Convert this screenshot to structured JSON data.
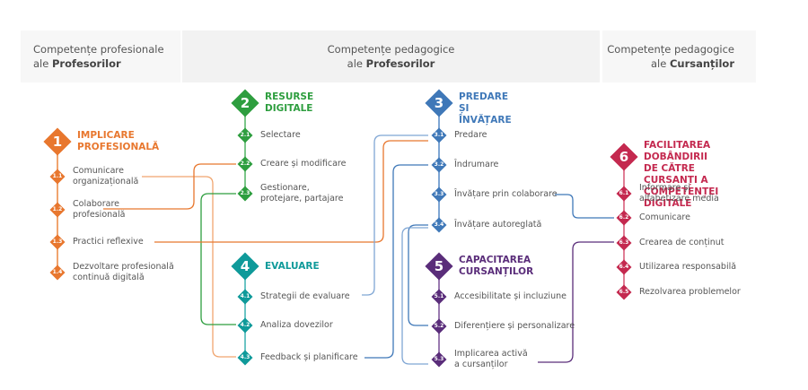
{
  "headers": [
    {
      "line1": "Competențe profesionale",
      "prefix": "ale ",
      "bold": "Profesorilor"
    },
    {
      "line1": "Competențe pedagogice",
      "prefix": "ale ",
      "bold": "Profesorilor"
    },
    {
      "line1": "Competențe pedagogice",
      "prefix": "ale ",
      "bold": "Cursanților"
    }
  ],
  "areas": [
    {
      "num": "1",
      "title_lines": [
        "IMPLICARE",
        "PROFESIONALĂ"
      ],
      "color": "#e8772e",
      "spine": "#f0a56f",
      "items": [
        {
          "num": "1.1",
          "lines": [
            "Comunicare",
            "organizațională"
          ]
        },
        {
          "num": "1.2",
          "lines": [
            "Colaborare",
            "profesională"
          ]
        },
        {
          "num": "1.3",
          "lines": [
            "Practici reflexive"
          ]
        },
        {
          "num": "1.4",
          "lines": [
            "Dezvoltare profesională",
            "continuă digitală"
          ]
        }
      ]
    },
    {
      "num": "2",
      "title_lines": [
        "RESURSE",
        "DIGITALE"
      ],
      "color": "#2e9e3f",
      "spine": "#7cc68a",
      "items": [
        {
          "num": "2.1",
          "lines": [
            "Selectare"
          ]
        },
        {
          "num": "2.2",
          "lines": [
            "Creare și modificare"
          ]
        },
        {
          "num": "2.3",
          "lines": [
            "Gestionare,",
            "protejare, partajare"
          ]
        }
      ]
    },
    {
      "num": "3",
      "title_lines": [
        "PREDARE",
        "ȘI ÎNVĂȚARE"
      ],
      "color": "#3f78b8",
      "spine": "#7fa6d4",
      "items": [
        {
          "num": "3.1",
          "lines": [
            "Predare"
          ]
        },
        {
          "num": "3.2",
          "lines": [
            "Îndrumare"
          ]
        },
        {
          "num": "3.3",
          "lines": [
            "Învățare prin colaborare"
          ]
        },
        {
          "num": "3.4",
          "lines": [
            "Învățare autoreglată"
          ]
        }
      ]
    },
    {
      "num": "4",
      "title_lines": [
        "EVALUARE"
      ],
      "color": "#0f9a9a",
      "spine": "#6cc4c4",
      "items": [
        {
          "num": "4.1",
          "lines": [
            "Strategii de evaluare"
          ]
        },
        {
          "num": "4.2",
          "lines": [
            "Analiza dovezilor"
          ]
        },
        {
          "num": "4.3",
          "lines": [
            "Feedback și planificare"
          ]
        }
      ]
    },
    {
      "num": "5",
      "title_lines": [
        "CAPACITAREA",
        "CURSANȚILOR"
      ],
      "color": "#5a2d7a",
      "spine": "#9a7ab0",
      "items": [
        {
          "num": "5.1",
          "lines": [
            "Accesibilitate și incluziune"
          ]
        },
        {
          "num": "5.2",
          "lines": [
            "Diferențiere și personalizare"
          ]
        },
        {
          "num": "5.3",
          "lines": [
            "Implicarea activă",
            "a cursanților"
          ]
        }
      ]
    },
    {
      "num": "6",
      "title_lines": [
        "FACILITAREA DOBÂNDIRII",
        "DE CĂTRE CURSANȚI A",
        "COMPETENȚEI DIGITALE"
      ],
      "color": "#c4294f",
      "spine": "#e07f96",
      "items": [
        {
          "num": "6.1",
          "lines": [
            "Informare și",
            "alfabetizare media"
          ]
        },
        {
          "num": "6.2",
          "lines": [
            "Comunicare"
          ]
        },
        {
          "num": "6.3",
          "lines": [
            "Crearea de conținut"
          ]
        },
        {
          "num": "6.4",
          "lines": [
            "Utilizarea responsabilă"
          ]
        },
        {
          "num": "6.5",
          "lines": [
            "Rezolvarea problemelor"
          ]
        }
      ]
    }
  ],
  "connections": [
    {
      "from": "1.1",
      "to": "4.3",
      "color": "#f0a56f"
    },
    {
      "from": "1.2",
      "to": "2.2",
      "color": "#e8772e"
    },
    {
      "from": "2.3",
      "to": "4.2",
      "color": "#2e9e3f"
    },
    {
      "from": "1.3",
      "to": "3.1",
      "color": "#e8772e"
    },
    {
      "from": "3.1",
      "to": "4.1",
      "color": "#7fa6d4"
    },
    {
      "from": "3.2",
      "to": "4.3",
      "color": "#3f78b8"
    },
    {
      "from": "3.4",
      "to": "5.2",
      "color": "#3f78b8"
    },
    {
      "from": "3.4",
      "to": "5.3",
      "color": "#7fa6d4"
    },
    {
      "from": "3.3",
      "to": "6.2",
      "color": "#3f78b8"
    },
    {
      "from": "5.3",
      "to": "6.3",
      "color": "#5a2d7a"
    }
  ]
}
